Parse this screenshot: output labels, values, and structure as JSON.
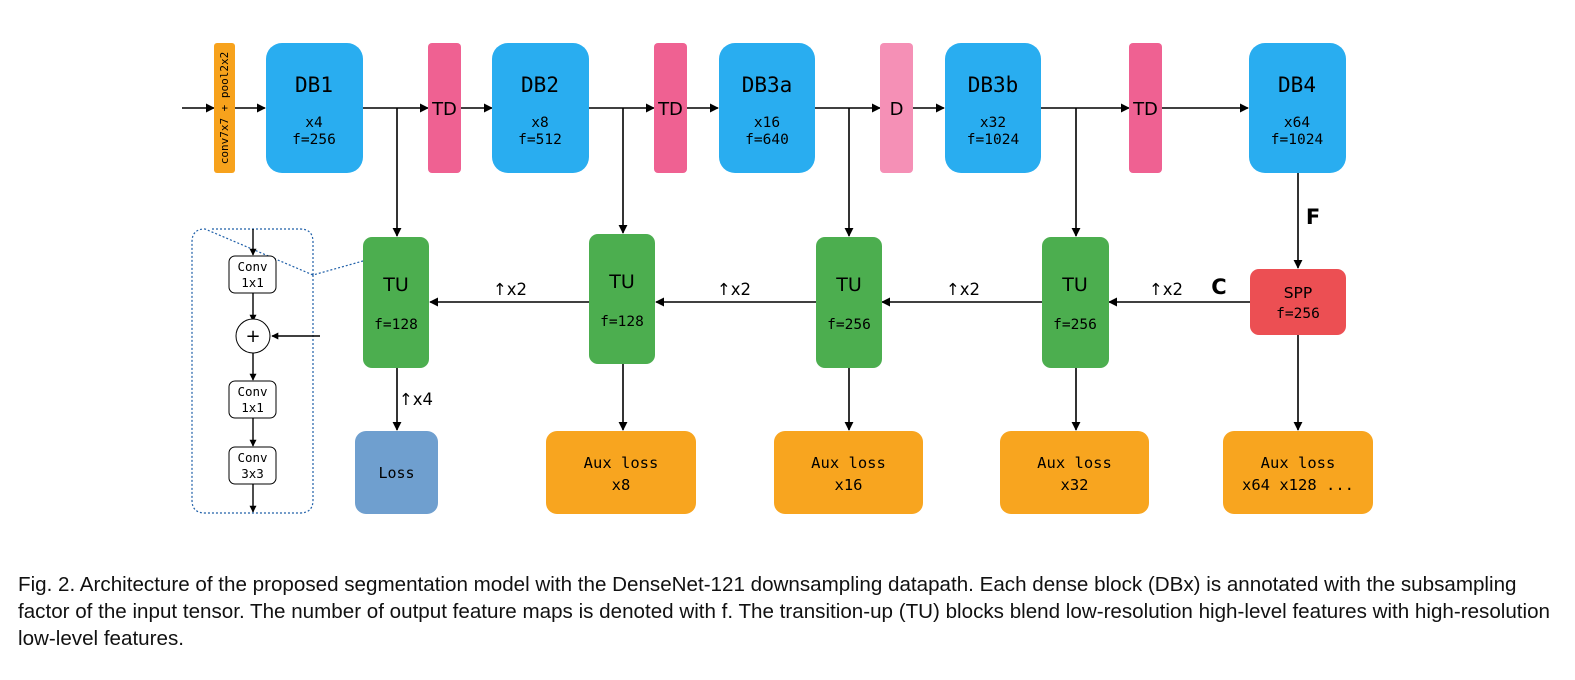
{
  "colors": {
    "db": "#29adf0",
    "td": "#ef6192",
    "d": "#f590b6",
    "tu": "#4cae4f",
    "spp": "#ec4f53",
    "loss": "#6f9fcf",
    "aux": "#f8a51f",
    "conv": "#f7a21c",
    "line": "#000000"
  },
  "input_block": {
    "label": "conv7x7 + pool2x2"
  },
  "dense_blocks": [
    {
      "name": "DB1",
      "factor": "x4",
      "features": "f=256"
    },
    {
      "name": "DB2",
      "factor": "x8",
      "features": "f=512"
    },
    {
      "name": "DB3a",
      "factor": "x16",
      "features": "f=640"
    },
    {
      "name": "DB3b",
      "factor": "x32",
      "features": "f=1024"
    },
    {
      "name": "DB4",
      "factor": "x64",
      "features": "f=1024"
    }
  ],
  "transitions": [
    {
      "label": "TD"
    },
    {
      "label": "TD"
    },
    {
      "label": "D"
    },
    {
      "label": "TD"
    }
  ],
  "transition_up_blocks": [
    {
      "name": "TU",
      "features": "f=128"
    },
    {
      "name": "TU",
      "features": "f=128"
    },
    {
      "name": "TU",
      "features": "f=256"
    },
    {
      "name": "TU",
      "features": "f=256"
    }
  ],
  "spp": {
    "name": "SPP",
    "features": "f=256"
  },
  "upsample_labels": [
    "↑x2",
    "↑x2",
    "↑x2",
    "↑x2"
  ],
  "final_upsample": "↑x4",
  "label_f": "F",
  "label_c": "C",
  "loss": {
    "label": "Loss"
  },
  "aux_losses": [
    {
      "line1": "Aux loss",
      "line2": "x8"
    },
    {
      "line1": "Aux loss",
      "line2": "x16"
    },
    {
      "line1": "Aux loss",
      "line2": "x32"
    },
    {
      "line1": "Aux loss",
      "line2": "x64 x128 ..."
    }
  ],
  "tu_detail": {
    "conv_a": {
      "line1": "Conv",
      "line2": "1x1"
    },
    "plus": "+",
    "conv_b": {
      "line1": "Conv",
      "line2": "1x1"
    },
    "conv_c": {
      "line1": "Conv",
      "line2": "3x3"
    }
  },
  "caption": "Fig. 2. Architecture of the proposed segmentation model with the DenseNet-121 downsampling datapath. Each dense block (DBx) is annotated with the subsampling factor of the input tensor. The number of output feature maps is denoted with f. The transition-up (TU) blocks blend low-resolution high-level features with high-resolution low-level features."
}
